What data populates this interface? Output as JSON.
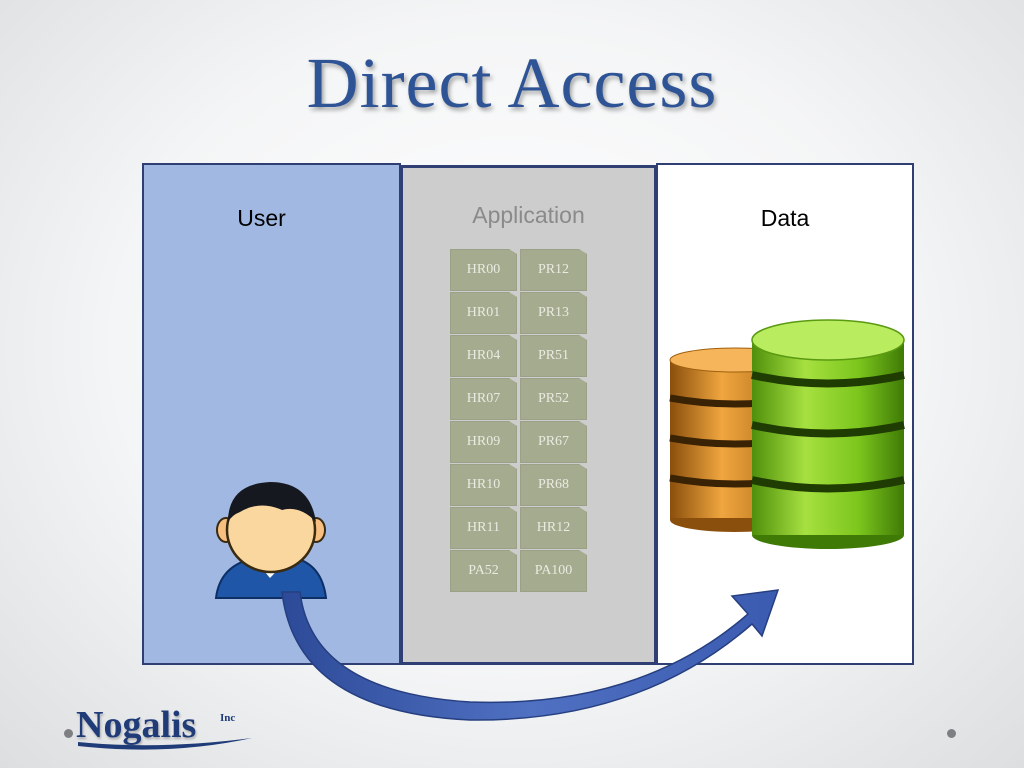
{
  "slide": {
    "title": "Direct Access"
  },
  "panels": {
    "user": "User",
    "application": "Application",
    "data": "Data"
  },
  "modules": {
    "left": [
      "HR00",
      "HR01",
      "HR04",
      "HR07",
      "HR09",
      "HR10",
      "HR11",
      "PA52"
    ],
    "right": [
      "PR12",
      "PR13",
      "PR51",
      "PR52",
      "PR67",
      "PR68",
      "HR12",
      "PA100"
    ]
  },
  "logo": {
    "name": "Nogalis",
    "suffix": "Inc"
  },
  "colors": {
    "title": "#2f5496",
    "user_panel": "#a1b9e2",
    "app_panel": "#cdcdcd",
    "module": "#a4ab8f",
    "arrow": "#3d5ba9",
    "db_green": "#7cc61d",
    "db_orange": "#d9861c"
  }
}
